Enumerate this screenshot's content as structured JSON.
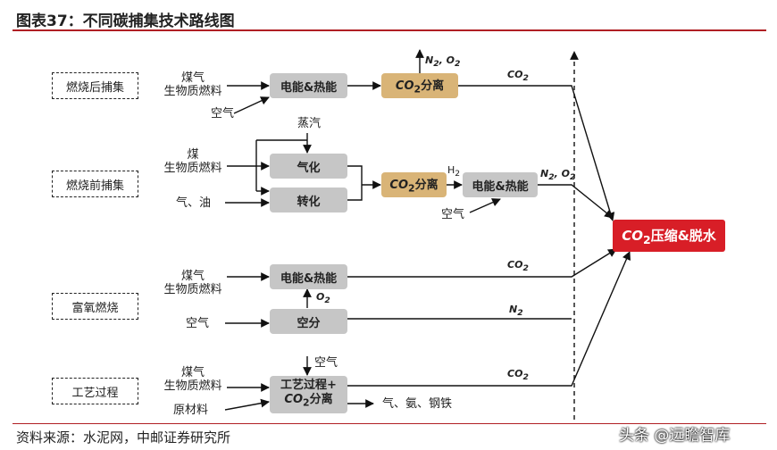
{
  "title": "图表37：不同碳捕集技术路线图",
  "source": "资料来源：水泥网，中邮证券研究所",
  "watermark": "头条 @远瞻智库",
  "routes": {
    "post": "燃烧后捕集",
    "pre": "燃烧前捕集",
    "oxy": "富氧燃烧",
    "process": "工艺过程"
  },
  "inputs": {
    "post_fuel": "煤气\n生物质燃料",
    "post_air": "空气",
    "steam": "蒸汽",
    "pre_coal": "煤\n生物质燃料",
    "pre_gas_oil": "气、油",
    "pre_air": "空气",
    "oxy_fuel": "煤气\n生物质燃料",
    "oxy_air": "空气",
    "proc_air": "空气",
    "proc_fuel": "煤气\n生物质燃料",
    "proc_raw": "原材料",
    "proc_out": "气、氨、钢铁"
  },
  "boxes": {
    "post_power": "电能&热能",
    "post_sep_a": "CO",
    "post_sep_sub": "2",
    "post_sep_b": "分离",
    "gasify": "气化",
    "shift": "转化",
    "pre_sep_a": "CO",
    "pre_sep_sub": "2",
    "pre_sep_b": "分离",
    "pre_power": "电能&热能",
    "oxy_power": "电能&热能",
    "air_sep": "空分",
    "proc_line1": "工艺过程+",
    "proc_line2a": "CO",
    "proc_line2sub": "2",
    "proc_line2b": "分离",
    "final_a": "CO",
    "final_sub": "2",
    "final_b": "压缩&脱水"
  },
  "flow_labels": {
    "n2o2_top_a": "N",
    "n2o2_top_s1": "2",
    "n2o2_top_b": ", O",
    "n2o2_top_s2": "2",
    "co2_post_a": "CO",
    "co2_post_s": "2",
    "h2_a": "H",
    "h2_s": "2",
    "n2o2_pre_a": "N",
    "n2o2_pre_s1": "2",
    "n2o2_pre_b": ", O",
    "n2o2_pre_s2": "2",
    "co2_oxy_a": "CO",
    "co2_oxy_s": "2",
    "o2_a": "O",
    "o2_s": "2",
    "n2_a": "N",
    "n2_s": "2",
    "co2_proc_a": "CO",
    "co2_proc_s": "2"
  },
  "colors": {
    "accent_red": "#b01f24",
    "final_box": "#d81e27",
    "separation_box": "#d9b477",
    "process_box": "#c6c6c6"
  }
}
